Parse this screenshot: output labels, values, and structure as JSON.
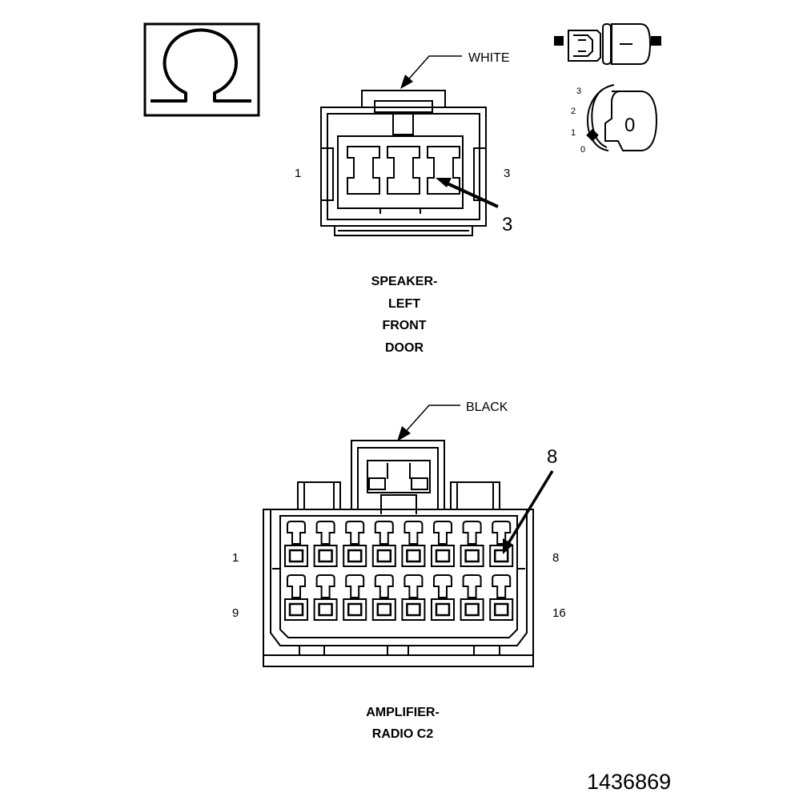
{
  "ohm_symbol": "Ω",
  "connector1": {
    "color_label": "WHITE",
    "pin_left": "1",
    "pin_right": "3",
    "callout": "3",
    "title_lines": [
      "SPEAKER-",
      "LEFT",
      "FRONT",
      "DOOR"
    ]
  },
  "ignition_switch": {
    "positions": [
      "3",
      "2",
      "1",
      "0"
    ],
    "key_label": "0"
  },
  "connector2": {
    "color_label": "BLACK",
    "pin_top_left": "1",
    "pin_top_right": "8",
    "pin_bottom_left": "9",
    "pin_bottom_right": "16",
    "callout": "8",
    "title_lines": [
      "AMPLIFIER-",
      "RADIO C2"
    ]
  },
  "figure_number": "1436869"
}
